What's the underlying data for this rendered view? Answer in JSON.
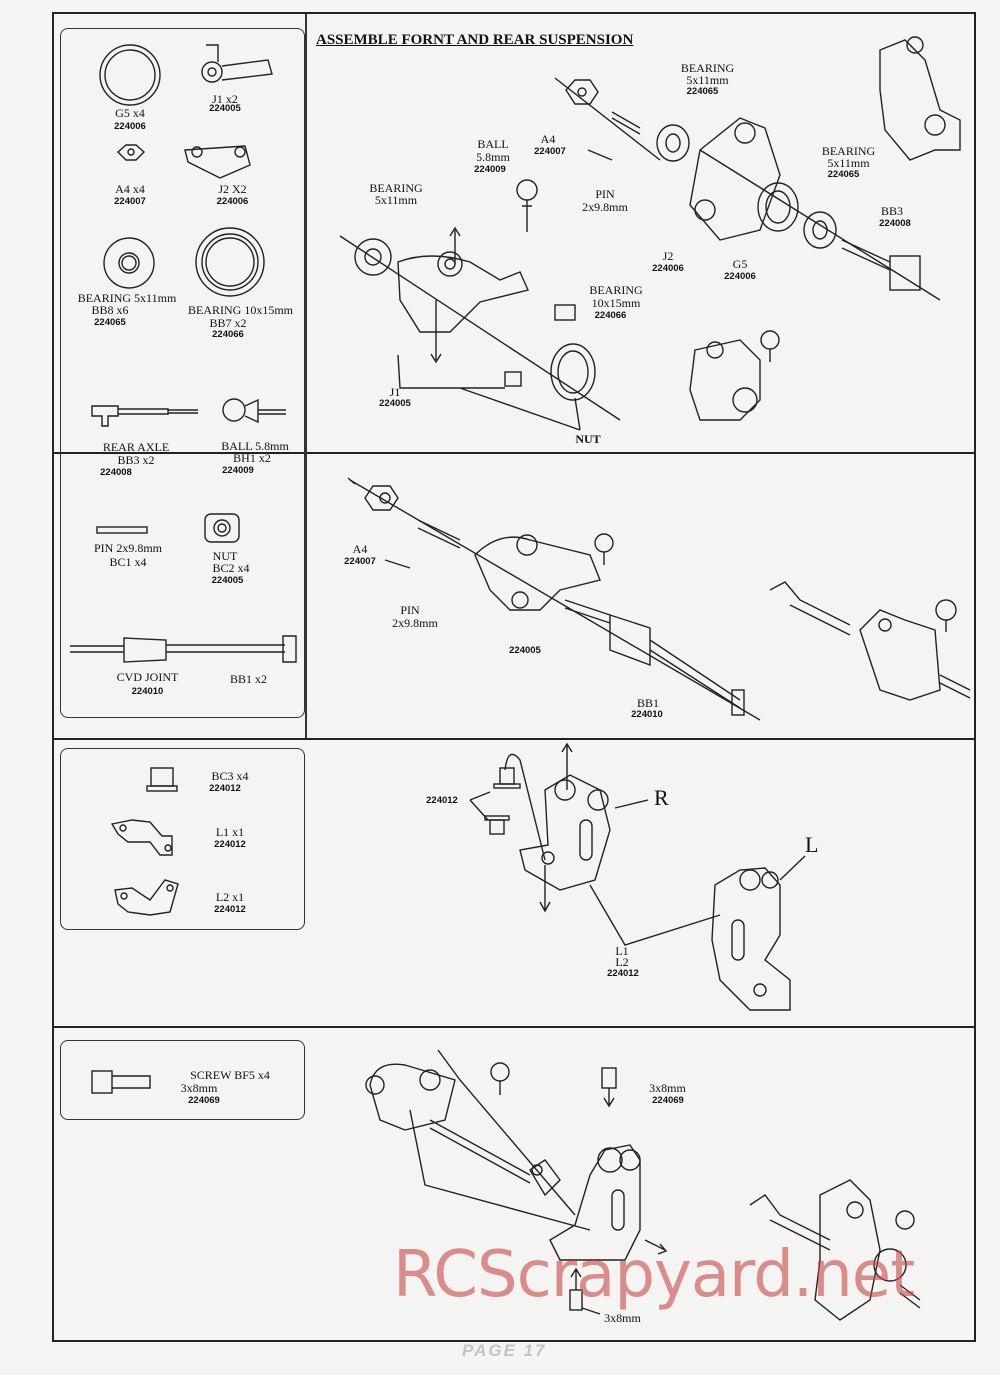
{
  "title": "ASSEMBLE FORNT AND REAR SUSPENSION",
  "parts": {
    "g5": {
      "name": "G5 x4",
      "code": "224006"
    },
    "j1": {
      "name": "J1 x2",
      "code": "224005"
    },
    "a4": {
      "name": "A4 x4",
      "code": "224007"
    },
    "j2": {
      "name": "J2 X2",
      "code": "224006"
    },
    "bb8": {
      "name1": "BEARING  5x11mm",
      "name2": "BB8   x6",
      "code": "224065"
    },
    "bb7": {
      "name1": "BEARING  10x15mm",
      "name2": "BB7   x2",
      "code": "224066"
    },
    "rear_axle": {
      "name1": "REAR AXLE",
      "name2": "BB3       x2",
      "code": "224008"
    },
    "ball": {
      "name1": "BALL  5.8mm",
      "name2": "BH1        x2",
      "code": "224009"
    },
    "pin": {
      "name1": "PIN 2x9.8mm",
      "name2": "BC1   x4"
    },
    "nut": {
      "name1": "NUT",
      "name2": "BC2   x4",
      "code": "224005"
    },
    "cvd": {
      "name": "CVD JOINT",
      "qty": "BB1  x2",
      "code": "224010"
    },
    "bc3": {
      "name": "BC3  x4",
      "code": "224012"
    },
    "l1": {
      "name": "L1  x1",
      "code": "224012"
    },
    "l2": {
      "name": "L2  x1",
      "code": "224012"
    },
    "screw": {
      "name1": "SCREW   BF5  x4",
      "name2": "3x8mm",
      "code": "224069"
    }
  },
  "step1": {
    "a4_label": "A4",
    "a4_code": "224007",
    "ball_l1": "BALL",
    "ball_l2": "5.8mm",
    "ball_code": "224009",
    "pin_l1": "PIN",
    "pin_l2": "2x9.8mm",
    "bearing_left_l1": "BEARING",
    "bearing_left_l2": "5x11mm",
    "bearing_top_l1": "BEARING",
    "bearing_top_l2": "5x11mm",
    "bearing_top_code": "224065",
    "bearing_right_l1": "BEARING",
    "bearing_right_l2": "5x11mm",
    "bearing_right_code": "224065",
    "bb3": "BB3",
    "bb3_code": "224008",
    "j2": "J2",
    "j2_code": "224006",
    "g5": "G5",
    "g5_code": "224006",
    "bearing_big_l1": "BEARING",
    "bearing_big_l2": "10x15mm",
    "bearing_big_code": "224066",
    "j1": "J1",
    "j1_code": "224005",
    "nut": "NUT"
  },
  "step2": {
    "a4": "A4",
    "a4_code": "224007",
    "pin_l1": "PIN",
    "pin_l2": "2x9.8mm",
    "code_knuckle": "224005",
    "bb1": "BB1",
    "bb1_code": "224010"
  },
  "step3": {
    "code_bc3": "224012",
    "r": "R",
    "l": "L",
    "l1": "L1",
    "l2": "L2",
    "code": "224012"
  },
  "step4": {
    "screw_size_top": "3x8mm",
    "screw_code": "224069",
    "screw_size_bottom": "3x8mm"
  },
  "footer": {
    "page": "PAGE  17"
  },
  "watermark": "RCScrapyard.net"
}
